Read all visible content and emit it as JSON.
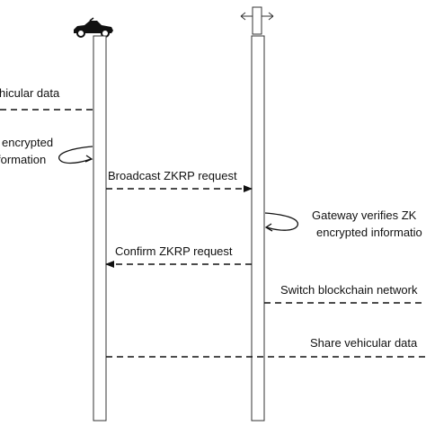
{
  "diagram": {
    "actors": [
      {
        "icon": "car-icon"
      },
      {
        "icon": "gateway-signpost-icon"
      }
    ],
    "messages": [
      {
        "label": "hicular data",
        "from": "left-offscreen",
        "to": "vehicle",
        "style": "dashed"
      },
      {
        "label": "Broadcast ZKRP request",
        "from": "vehicle",
        "to": "gateway",
        "style": "dashed"
      },
      {
        "label": "Confirm ZKRP request",
        "from": "gateway",
        "to": "vehicle",
        "style": "dashed"
      },
      {
        "label": "Switch blockchain network",
        "from": "right-offscreen",
        "to": "gateway",
        "style": "dashed"
      },
      {
        "label": "Share vehicular data",
        "from": "right-offscreen",
        "to": "vehicle",
        "style": "dashed"
      }
    ],
    "self_actions": [
      {
        "lines": [
          "encrypted",
          "formation"
        ],
        "actor": "vehicle"
      },
      {
        "lines": [
          "Gateway verifies ZK",
          "encrypted informatio"
        ],
        "actor": "gateway"
      }
    ]
  }
}
